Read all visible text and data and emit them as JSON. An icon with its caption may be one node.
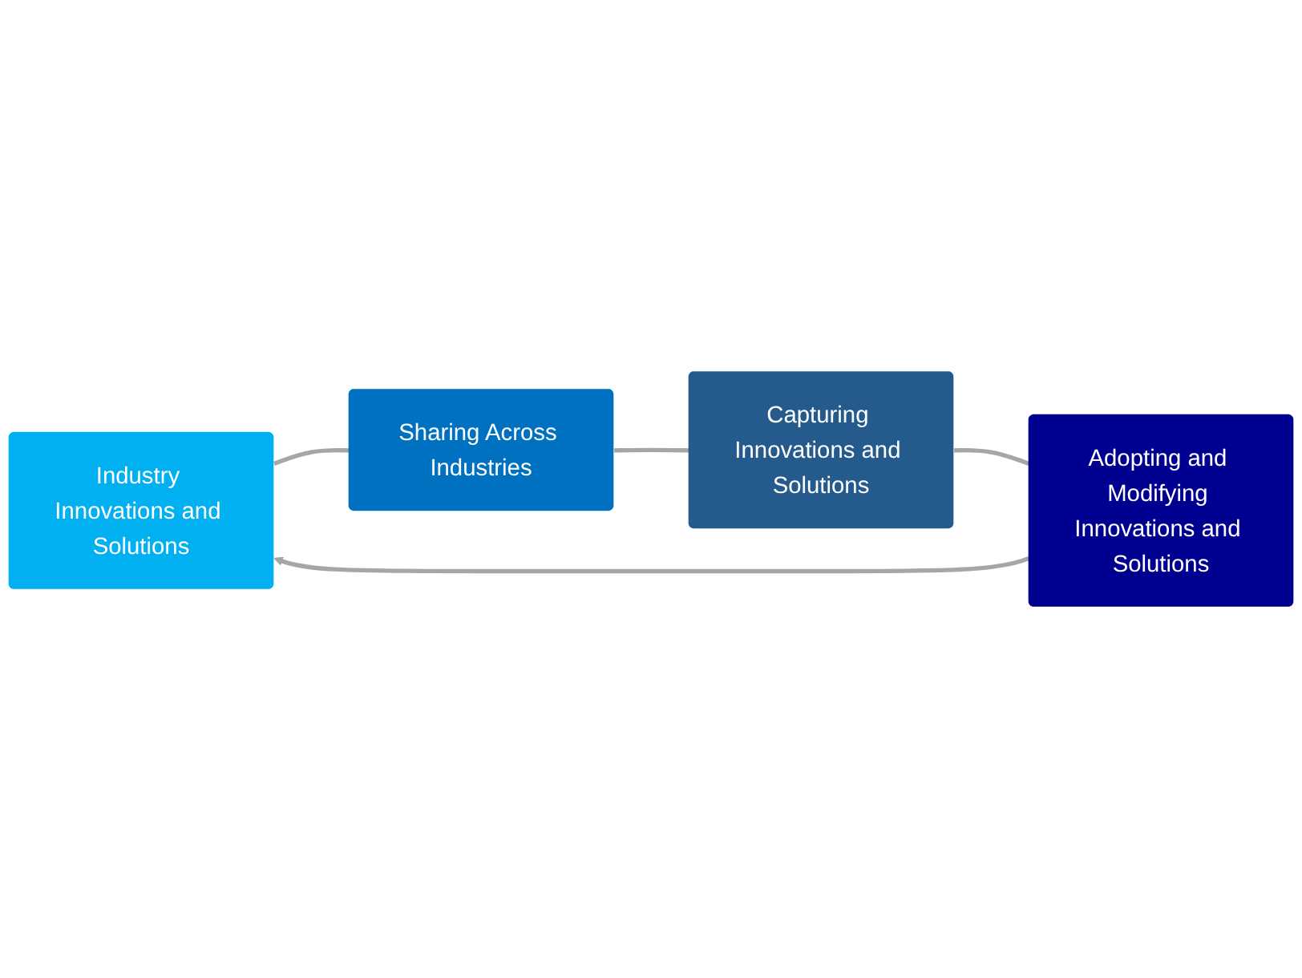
{
  "diagram": {
    "nodes": [
      {
        "text": [
          "Industry Innovations and Solutions"
        ]
      },
      {
        "text": [
          "Sharing Across Industries"
        ]
      },
      {
        "text": [
          "Capturing Innovations and Solutions"
        ]
      },
      {
        "text": [
          "Adopting and Modifying Innovations and Solutions"
        ]
      }
    ],
    "edges": [
      {
        "from": 0,
        "to": 1,
        "arrow": "none"
      },
      {
        "from": 1,
        "to": 2,
        "arrow": "none"
      },
      {
        "from": 2,
        "to": 3,
        "arrow": "none"
      },
      {
        "from": 3,
        "to": 0,
        "arrow": "to"
      }
    ]
  }
}
